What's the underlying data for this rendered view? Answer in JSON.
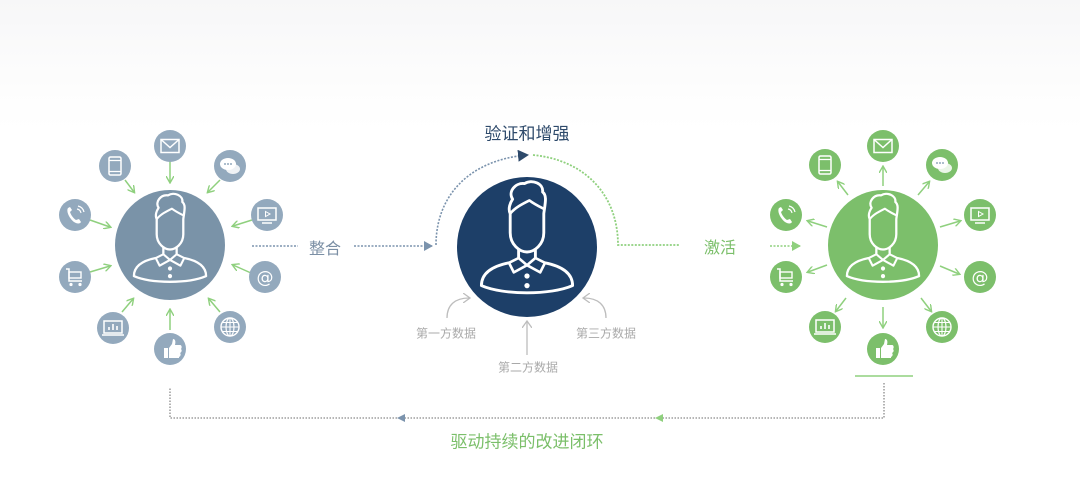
{
  "diagram": {
    "center_title": "验证和增强",
    "integrate_label": "整合",
    "activate_label": "激活",
    "loop_label": "驱动持续的改进闭环",
    "data_sources": [
      "第一方数据",
      "第二方数据",
      "第三方数据"
    ],
    "hubs": {
      "left": {
        "role": "integrate-hub",
        "color": "#7a93a8",
        "icon": "person-icon"
      },
      "center": {
        "role": "verify-enhance-hub",
        "color": "#1d3f68",
        "icon": "person-icon"
      },
      "right": {
        "role": "activate-hub",
        "color": "#7cbf6b",
        "icon": "person-icon"
      }
    },
    "channel_icons": [
      "mail-icon",
      "tablet-icon",
      "chat-icon",
      "phone-icon",
      "tv-play-icon",
      "cart-icon",
      "at-icon",
      "chart-icon",
      "globe-icon",
      "thumbs-up-icon"
    ],
    "colors": {
      "gray_satellite": "#93a9bd",
      "green": "#7cbf6b",
      "arrow_green": "#8fd07e",
      "navy": "#1d3f68",
      "source_gray": "#b5b5b5",
      "dotted_gray": "#8a8a8a"
    }
  }
}
